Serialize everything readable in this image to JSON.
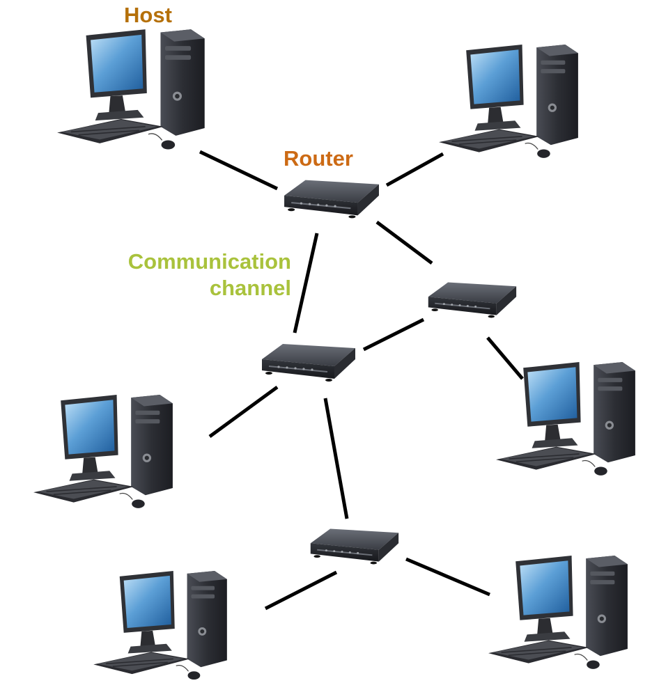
{
  "labels": {
    "host": "Host",
    "router": "Router",
    "channel_line1": "Communication",
    "channel_line2": "channel"
  },
  "colors": {
    "host_label": "#b5700a",
    "router_label": "#cc6a14",
    "channel_label": "#a9c23c",
    "link": "#000000",
    "router_body": "#3a3d44",
    "monitor_screen": "#6aa6d8",
    "tower": "#2e3036"
  },
  "icons": {
    "host": "desktop-computer-icon",
    "router": "network-router-icon"
  }
}
